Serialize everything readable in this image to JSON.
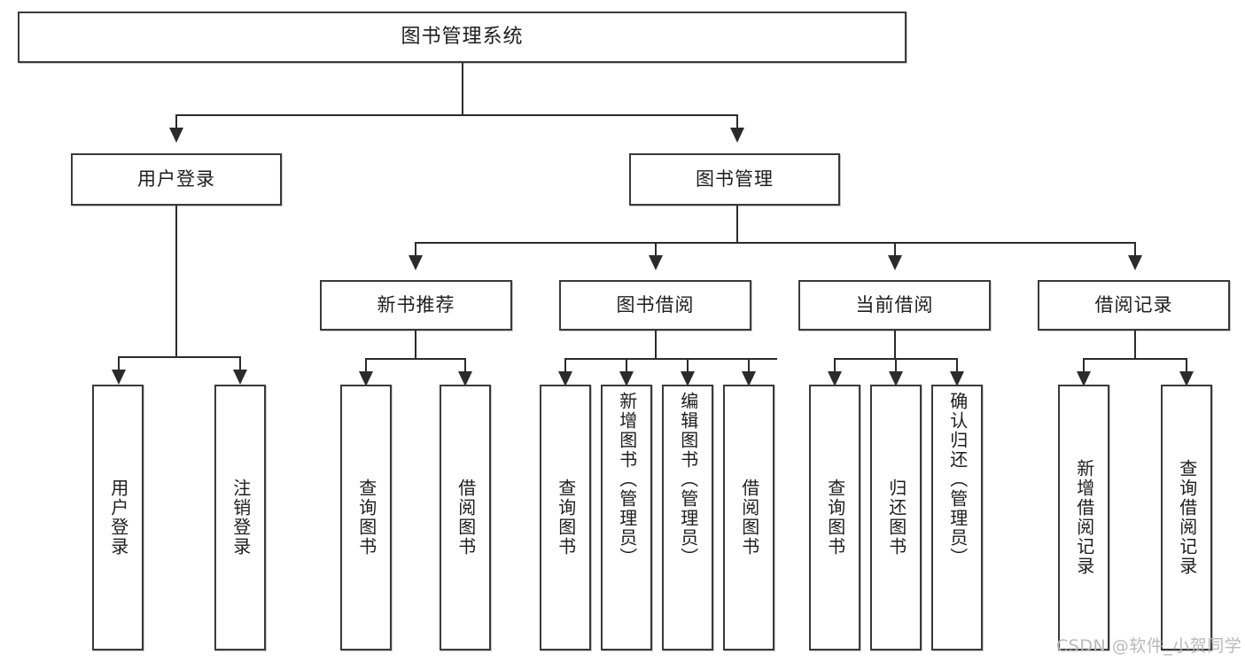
{
  "diagram": {
    "title": "图书管理系统",
    "type": "tree-hierarchy",
    "root": {
      "label": "图书管理系统"
    },
    "level2": [
      {
        "label": "用户登录"
      },
      {
        "label": "图书管理"
      }
    ],
    "level3": [
      {
        "label": "新书推荐"
      },
      {
        "label": "图书借阅"
      },
      {
        "label": "当前借阅"
      },
      {
        "label": "借阅记录"
      }
    ],
    "leaves": {
      "user_login": [
        {
          "label": "用户登录"
        },
        {
          "label": "注销登录"
        }
      ],
      "new_book_recommend": [
        {
          "label": "查询图书"
        },
        {
          "label": "借阅图书"
        }
      ],
      "book_borrow": [
        {
          "label": "查询图书"
        },
        {
          "label": "新增图书（管理员）"
        },
        {
          "label": "编辑图书（管理员）"
        },
        {
          "label": "借阅图书"
        }
      ],
      "current_borrow": [
        {
          "label": "查询图书"
        },
        {
          "label": "归还图书"
        },
        {
          "label": "确认归还（管理员）"
        }
      ],
      "borrow_record": [
        {
          "label": "新增借阅记录"
        },
        {
          "label": "查询借阅记录"
        }
      ]
    }
  },
  "watermark": {
    "text": "CSDN @软件_小贺同学"
  },
  "colors": {
    "box_border": "#3a3a3a",
    "line": "#2b2b2b",
    "text": "#1d1d1d",
    "background": "#ffffff",
    "watermark": "#b9b9b9"
  }
}
